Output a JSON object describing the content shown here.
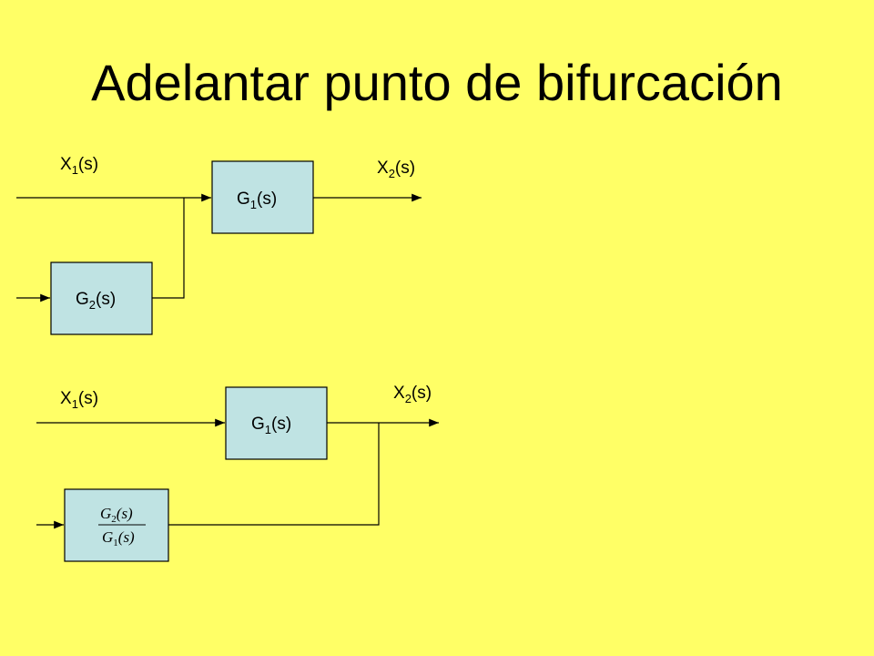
{
  "title": "Adelantar punto de bifurcación",
  "colors": {
    "background": "#FFFF66",
    "block_fill": "#BFE3E3",
    "line": "#000000"
  },
  "top": {
    "input": {
      "main": "X",
      "sub": "1",
      "tail": "(s)"
    },
    "output": {
      "main": "X",
      "sub": "2",
      "tail": "(s)"
    },
    "block_g1": {
      "main": "G",
      "sub": "1",
      "tail": "(s)"
    },
    "block_g2": {
      "main": "G",
      "sub": "2",
      "tail": "(s)"
    }
  },
  "bottom": {
    "input": {
      "main": "X",
      "sub": "1",
      "tail": "(s)"
    },
    "output": {
      "main": "X",
      "sub": "2",
      "tail": "(s)"
    },
    "block_g1": {
      "main": "G",
      "sub": "1",
      "tail": "(s)"
    },
    "block_ratio": {
      "num": {
        "main": "G",
        "sub": "2",
        "tail": "(s)"
      },
      "den": {
        "main": "G",
        "sub": "1",
        "tail": "(s)"
      }
    }
  }
}
